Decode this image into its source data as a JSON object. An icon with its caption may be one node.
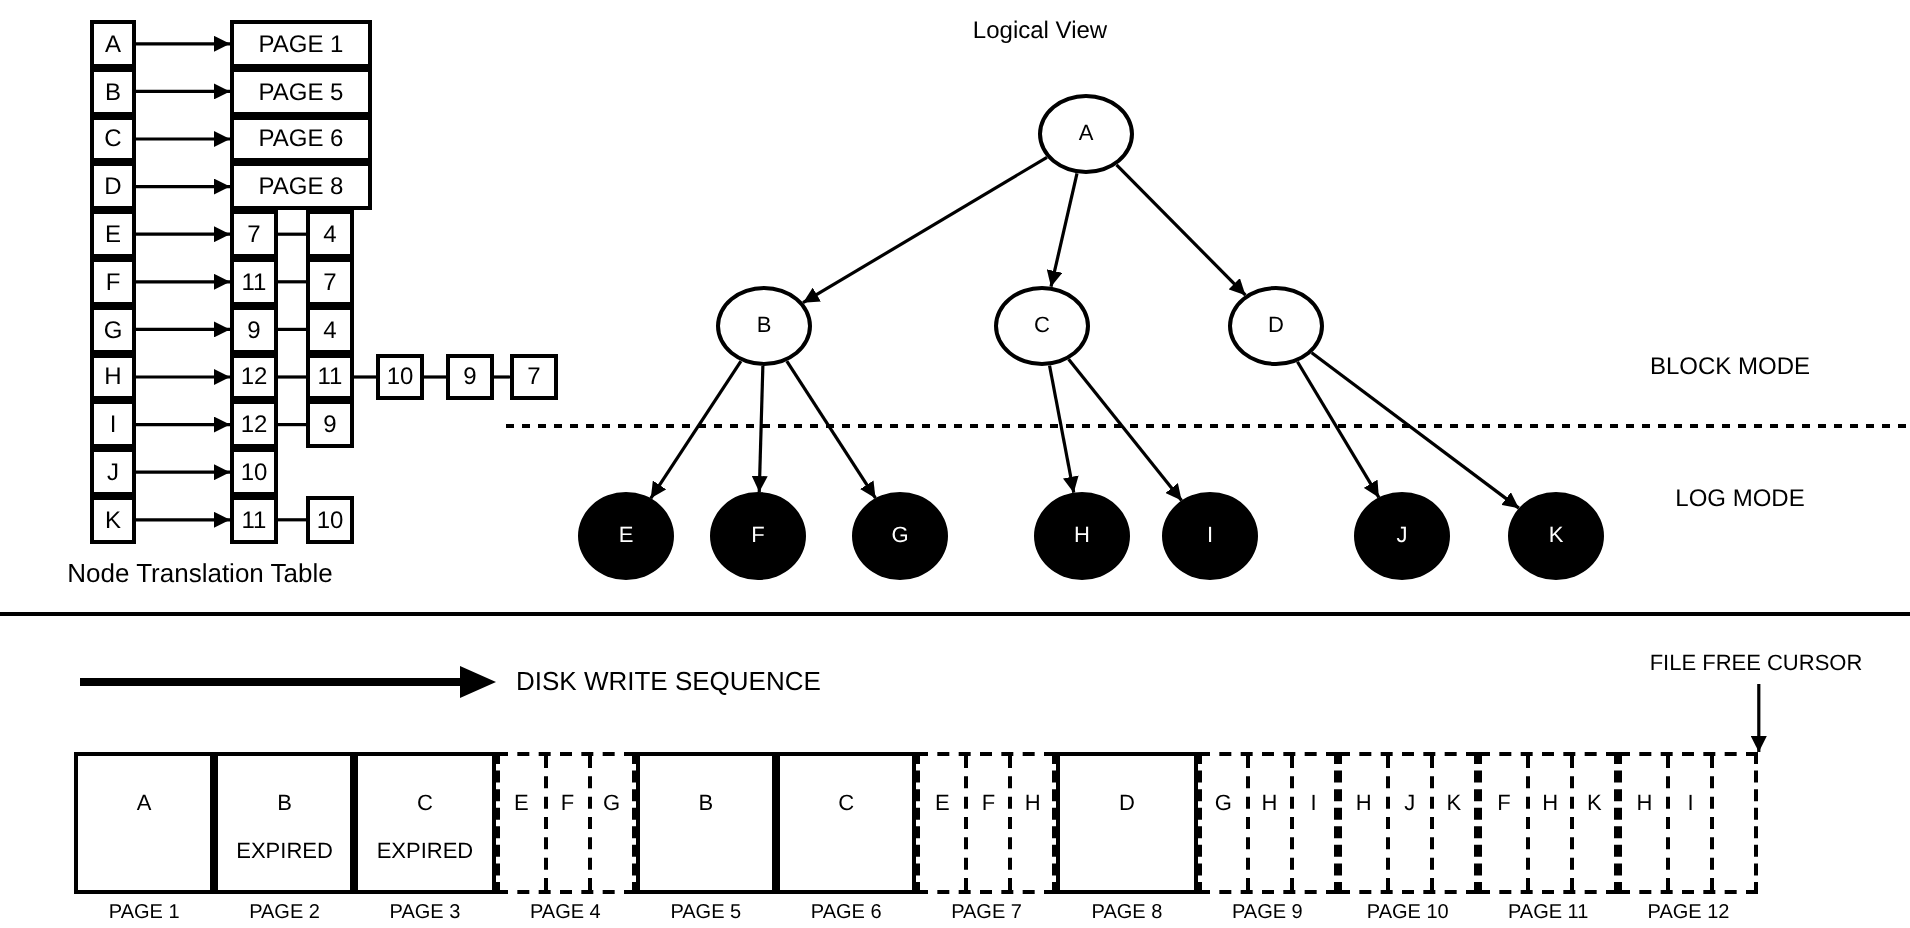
{
  "diagram": {
    "nodes": [
      {
        "text": [
          "A"
        ]
      },
      {
        "text": [
          "B"
        ]
      },
      {
        "text": [
          "C"
        ]
      },
      {
        "text": [
          "D"
        ]
      },
      {
        "text": [
          "E"
        ]
      },
      {
        "text": [
          "F"
        ]
      },
      {
        "text": [
          "G"
        ]
      },
      {
        "text": [
          "H"
        ]
      },
      {
        "text": [
          "I"
        ]
      },
      {
        "text": [
          "J"
        ]
      },
      {
        "text": [
          "K"
        ]
      },
      {
        "text": [
          "PAGE 1"
        ]
      },
      {
        "text": [
          "PAGE 5"
        ]
      },
      {
        "text": [
          "PAGE 6"
        ]
      },
      {
        "text": [
          "PAGE 8"
        ]
      },
      {
        "text": [
          "7"
        ]
      },
      {
        "text": [
          "4"
        ]
      },
      {
        "text": [
          "11"
        ]
      },
      {
        "text": [
          "7"
        ]
      },
      {
        "text": [
          "9"
        ]
      },
      {
        "text": [
          "4"
        ]
      },
      {
        "text": [
          "12"
        ]
      },
      {
        "text": [
          "11"
        ]
      },
      {
        "text": [
          "10"
        ]
      },
      {
        "text": [
          "9"
        ]
      },
      {
        "text": [
          "7"
        ]
      },
      {
        "text": [
          "12"
        ]
      },
      {
        "text": [
          "9"
        ]
      },
      {
        "text": [
          "10"
        ]
      },
      {
        "text": [
          "11"
        ]
      },
      {
        "text": [
          "10"
        ]
      },
      {
        "text": [
          "A"
        ]
      },
      {
        "text": [
          "B"
        ]
      },
      {
        "text": [
          "C"
        ]
      },
      {
        "text": [
          "D"
        ]
      },
      {
        "text": [
          "E"
        ]
      },
      {
        "text": [
          "F"
        ]
      },
      {
        "text": [
          "G"
        ]
      },
      {
        "text": [
          "H"
        ]
      },
      {
        "text": [
          "I"
        ]
      },
      {
        "text": [
          "J"
        ]
      },
      {
        "text": [
          "K"
        ]
      },
      {
        "text": [
          "A"
        ],
        "beside": [
          "PAGE 1"
        ]
      },
      {
        "text": [
          "B",
          "EXPIRED"
        ],
        "beside": [
          "PAGE 2"
        ]
      },
      {
        "text": [
          "C",
          "EXPIRED"
        ],
        "beside": [
          "PAGE 3"
        ]
      },
      {
        "text": [],
        "shape": "box",
        "beside": [
          "PAGE 4"
        ]
      },
      {
        "text": [
          "E"
        ],
        "in": 45
      },
      {
        "text": [
          "F"
        ],
        "in": 45
      },
      {
        "text": [
          "G"
        ],
        "in": 45
      },
      {
        "text": [
          "B"
        ],
        "beside": [
          "PAGE 5"
        ]
      },
      {
        "text": [
          "C"
        ],
        "beside": [
          "PAGE 6"
        ]
      },
      {
        "text": [],
        "shape": "box",
        "beside": [
          "PAGE 7"
        ]
      },
      {
        "text": [
          "E"
        ],
        "in": 51
      },
      {
        "text": [
          "F"
        ],
        "in": 51
      },
      {
        "text": [
          "H"
        ],
        "in": 51
      },
      {
        "text": [
          "D"
        ],
        "beside": [
          "PAGE 8"
        ]
      },
      {
        "text": [],
        "shape": "box",
        "beside": [
          "PAGE 9"
        ]
      },
      {
        "text": [
          "G"
        ],
        "in": 56
      },
      {
        "text": [
          "H"
        ],
        "in": 56
      },
      {
        "text": [
          "I"
        ],
        "in": 56
      },
      {
        "text": [],
        "shape": "box",
        "beside": [
          "PAGE 10"
        ]
      },
      {
        "text": [
          "H"
        ],
        "in": 60
      },
      {
        "text": [
          "J"
        ],
        "in": 60
      },
      {
        "text": [
          "K"
        ],
        "in": 60
      },
      {
        "text": [],
        "shape": "box",
        "beside": [
          "PAGE 11"
        ]
      },
      {
        "text": [
          "F"
        ],
        "in": 64
      },
      {
        "text": [
          "H"
        ],
        "in": 64
      },
      {
        "text": [
          "K"
        ],
        "in": 64
      },
      {
        "text": [],
        "shape": "box",
        "beside": [
          "PAGE 12"
        ]
      },
      {
        "text": [
          "H"
        ],
        "in": 68
      },
      {
        "text": [
          "I"
        ],
        "in": 68
      },
      {
        "text": [],
        "shape": "box",
        "in": 68
      },
      {
        "text": [
          "FILE FREE CURSOR"
        ]
      }
    ],
    "edges": [
      {
        "from": 0,
        "to": 11,
        "arrow": "to"
      },
      {
        "from": 1,
        "to": 12,
        "arrow": "to"
      },
      {
        "from": 2,
        "to": 13,
        "arrow": "to"
      },
      {
        "from": 3,
        "to": 14,
        "arrow": "to"
      },
      {
        "from": 4,
        "to": 15,
        "arrow": "to"
      },
      {
        "from": 5,
        "to": 17,
        "arrow": "to"
      },
      {
        "from": 6,
        "to": 19,
        "arrow": "to"
      },
      {
        "from": 7,
        "to": 21,
        "arrow": "to"
      },
      {
        "from": 8,
        "to": 26,
        "arrow": "to"
      },
      {
        "from": 9,
        "to": 28,
        "arrow": "to"
      },
      {
        "from": 10,
        "to": 29,
        "arrow": "to"
      },
      {
        "from": 15,
        "to": 16,
        "arrow": "none"
      },
      {
        "from": 17,
        "to": 18,
        "arrow": "none"
      },
      {
        "from": 19,
        "to": 20,
        "arrow": "none"
      },
      {
        "from": 21,
        "to": 22,
        "arrow": "none"
      },
      {
        "from": 22,
        "to": 23,
        "arrow": "none"
      },
      {
        "from": 23,
        "to": 24,
        "arrow": "none"
      },
      {
        "from": 24,
        "to": 25,
        "arrow": "none"
      },
      {
        "from": 26,
        "to": 27,
        "arrow": "none"
      },
      {
        "from": 29,
        "to": 30,
        "arrow": "none"
      },
      {
        "from": 31,
        "to": 32,
        "arrow": "to"
      },
      {
        "from": 31,
        "to": 33,
        "arrow": "to"
      },
      {
        "from": 31,
        "to": 34,
        "arrow": "to"
      },
      {
        "from": 32,
        "to": 35,
        "arrow": "to"
      },
      {
        "from": 32,
        "to": 36,
        "arrow": "to"
      },
      {
        "from": 32,
        "to": 37,
        "arrow": "to"
      },
      {
        "from": 33,
        "to": 38,
        "arrow": "to"
      },
      {
        "from": 33,
        "to": 39,
        "arrow": "to"
      },
      {
        "from": 34,
        "to": 40,
        "arrow": "to"
      },
      {
        "from": 34,
        "to": 41,
        "arrow": "to"
      },
      {
        "from": 72,
        "to": 68,
        "arrow": "to"
      }
    ],
    "labels": [
      "Logical View",
      "BLOCK MODE",
      "LOG MODE",
      "Node Translation Table",
      "DISK WRITE SEQUENCE"
    ]
  }
}
